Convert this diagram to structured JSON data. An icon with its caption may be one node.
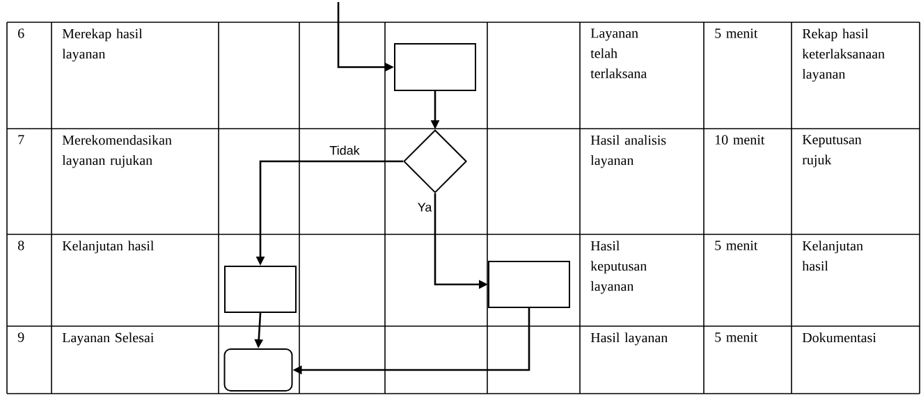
{
  "diagram": {
    "nodes": [
      {
        "text": [],
        "shape": "box"
      },
      {
        "text": [],
        "shape": "diamond"
      },
      {
        "text": [],
        "shape": "box"
      },
      {
        "text": [],
        "shape": "box"
      },
      {
        "text": [],
        "shape": "terminal"
      }
    ],
    "edges": [
      {
        "from": null,
        "to": 0,
        "arrow": "to"
      },
      {
        "from": 0,
        "to": 1,
        "arrow": "to"
      },
      {
        "from": 1,
        "to": 2,
        "arrow": "to",
        "label": "Tidak"
      },
      {
        "from": 1,
        "to": 3,
        "arrow": "to",
        "label": "Ya"
      },
      {
        "from": 2,
        "to": 4,
        "arrow": "to"
      },
      {
        "from": 3,
        "to": 4,
        "arrow": "to"
      }
    ],
    "labels": [
      "6",
      "Merekap hasil layanan",
      "Layanan telah terlaksana",
      "5 menit",
      "Rekap hasil keterlaksanaan layanan",
      "7",
      "Merekomendasikan layanan rujukan",
      "Hasil analisis layanan",
      "10 menit",
      "Keputusan rujuk",
      "8",
      "Kelanjutan hasil",
      "Hasil keputusan layanan",
      "5 menit",
      "Kelanjutan hasil",
      "9",
      "Layanan Selesai",
      "Hasil layanan",
      "5 menit",
      "Dokumentasi"
    ]
  }
}
